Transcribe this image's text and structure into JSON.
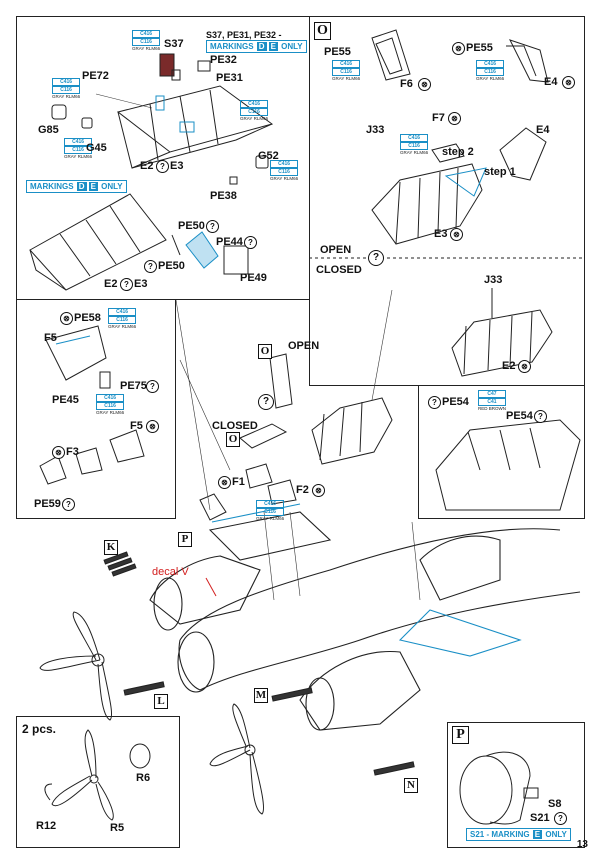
{
  "page_number": "13",
  "paint": {
    "code_top": "C416",
    "code_main": "C116",
    "name": "GRAY RLM66"
  },
  "paint_c47": {
    "code_top": "C47",
    "code_main": "C41",
    "name": "RED BROWN"
  },
  "step_titles": {
    "s37_markings": "S37, PE31, PE32 -",
    "markings_de": "MARKINGS",
    "only": "ONLY",
    "letter_d": "D",
    "letter_e": "E",
    "s21_markings": "S21 - MARKING"
  },
  "labels": {
    "s37": "S37",
    "pe32": "PE32",
    "pe31": "PE31",
    "pe72": "PE72",
    "g85": "G85",
    "g45": "G45",
    "e2": "E2",
    "e3": "E3",
    "g52": "G52",
    "pe38": "PE38",
    "pe50a": "PE50",
    "pe50b": "PE50",
    "pe44": "PE44",
    "pe49": "PE49",
    "pe55a": "PE55",
    "f6": "F6",
    "pe55b": "PE55",
    "e4a": "E4",
    "e4b": "E4",
    "j33a": "J33",
    "f7": "F7",
    "step2": "step 2",
    "step1": "step 1",
    "e3b": "E3",
    "open": "OPEN",
    "closed": "CLOSED",
    "j33b": "J33",
    "e2b": "E2",
    "pe58": "PE58",
    "f5a": "F5",
    "pe75": "PE75",
    "pe45": "PE45",
    "f5b": "F5",
    "f3": "F3",
    "pe59": "PE59",
    "pe54a": "PE54",
    "pe54b": "PE54",
    "open2": "OPEN",
    "closed2": "CLOSED",
    "f1": "F1",
    "f2": "F2",
    "decal_v": "decal V",
    "two_pcs": "2 pcs.",
    "r6": "R6",
    "r12": "R12",
    "r5": "R5",
    "s8": "S8",
    "s21": "S21"
  },
  "boxes": {
    "o1": "O",
    "o2": "O",
    "o3": "O",
    "k": "K",
    "p1": "P",
    "p2": "P",
    "l": "L",
    "m": "M",
    "n": "N"
  },
  "symbols": {
    "cement": "⊗",
    "optional": "?"
  }
}
